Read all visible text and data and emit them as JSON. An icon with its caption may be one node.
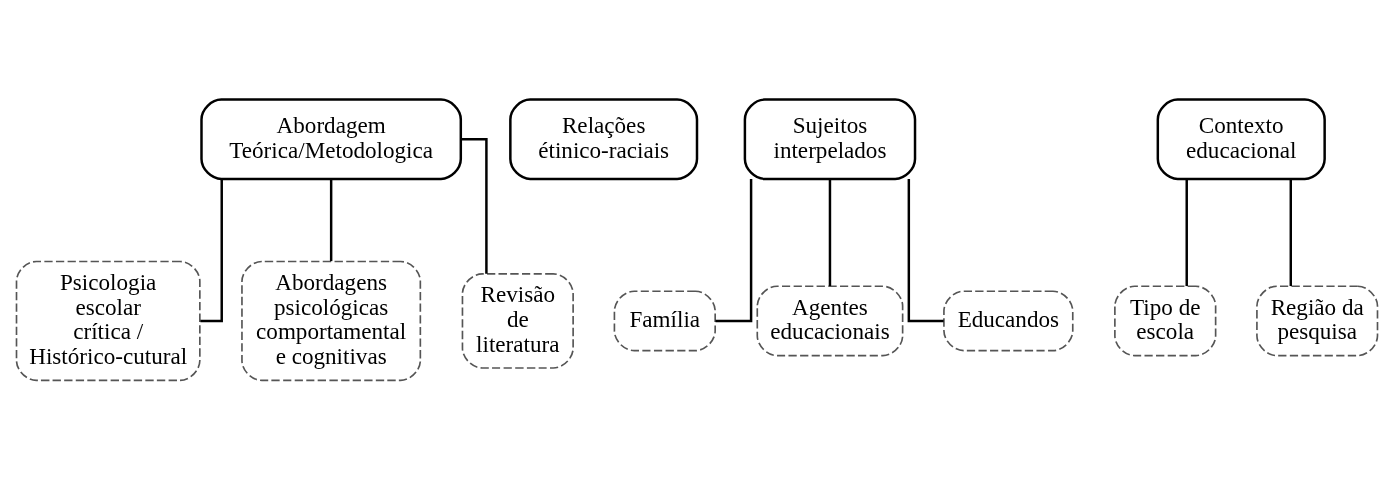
{
  "diagram": {
    "nodes": [
      {
        "text": [
          "Abordagem Teórica/Metodologica"
        ]
      },
      {
        "text": [
          "Relações étinico-raciais"
        ]
      },
      {
        "text": [
          "Sujeitos interpelados"
        ]
      },
      {
        "text": [
          "Contexto educacional"
        ]
      },
      {
        "text": [
          "Psicologia escolar crítica / Histórico-cutural"
        ]
      },
      {
        "text": [
          "Abordagens psicológicas comportamental e cognitivas"
        ]
      },
      {
        "text": [
          "Revisão de literatura"
        ]
      },
      {
        "text": [
          "Família"
        ]
      },
      {
        "text": [
          "Agentes educacionais"
        ]
      },
      {
        "text": [
          "Educandos"
        ]
      },
      {
        "text": [
          "Tipo de escola"
        ]
      },
      {
        "text": [
          "Região da pesquisa"
        ]
      }
    ],
    "edges": [
      {
        "from": 0,
        "to": 4,
        "arrow": "none"
      },
      {
        "from": 0,
        "to": 5,
        "arrow": "none"
      },
      {
        "from": 0,
        "to": 6,
        "arrow": "none"
      },
      {
        "from": 2,
        "to": 7,
        "arrow": "none"
      },
      {
        "from": 2,
        "to": 8,
        "arrow": "none"
      },
      {
        "from": 2,
        "to": 9,
        "arrow": "none"
      },
      {
        "from": 3,
        "to": 10,
        "arrow": "none"
      },
      {
        "from": 3,
        "to": 11,
        "arrow": "none"
      }
    ]
  }
}
